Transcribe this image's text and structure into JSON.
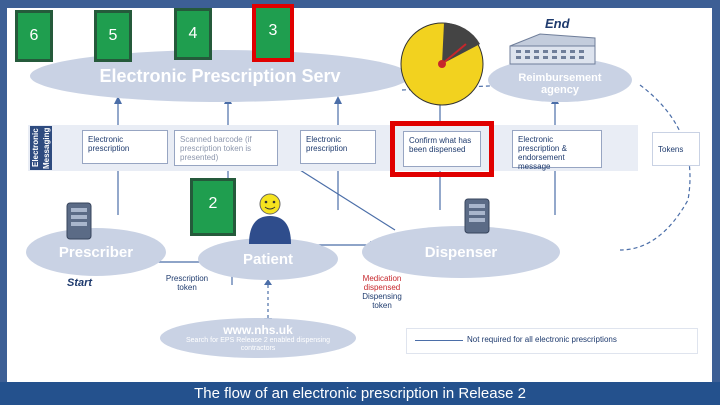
{
  "badges": [
    "6",
    "5",
    "4",
    "3",
    "2"
  ],
  "eps": {
    "title": "Electronic Prescription Serv"
  },
  "end_label": "End",
  "reimbursement": {
    "title": "Reimbursement agency"
  },
  "messaging_label": "Electronic Messaging",
  "messages": [
    "Electronic prescription",
    "Scanned barcode (if prescription token is presented)",
    "Electronic prescription",
    "Confirm what has been dispensed",
    "Electronic prescription & endorsement message",
    "Tokens"
  ],
  "prescriber": "Prescriber",
  "start_label": "Start",
  "patient": "Patient",
  "dispenser": "Dispenser",
  "prescription_token": "Prescription token",
  "medication_dispensed": "Medication dispensed",
  "dispensing_token": "Dispensing token",
  "nhs": {
    "title": "www.nhs.uk",
    "subtitle": "Search for EPS Release 2 enabled dispensing contractors"
  },
  "legend_text": "Not required for all electronic prescriptions",
  "footer": "The flow of an electronic prescription in Release 2",
  "colors": {
    "badge": "#1f9e4f",
    "highlight": "#e00000",
    "frame": "#24518d",
    "pill": "#c9d2e4",
    "timer": "#f2d21f"
  },
  "icons": [
    "timer-icon",
    "building-icon",
    "server-icon",
    "person-icon"
  ]
}
